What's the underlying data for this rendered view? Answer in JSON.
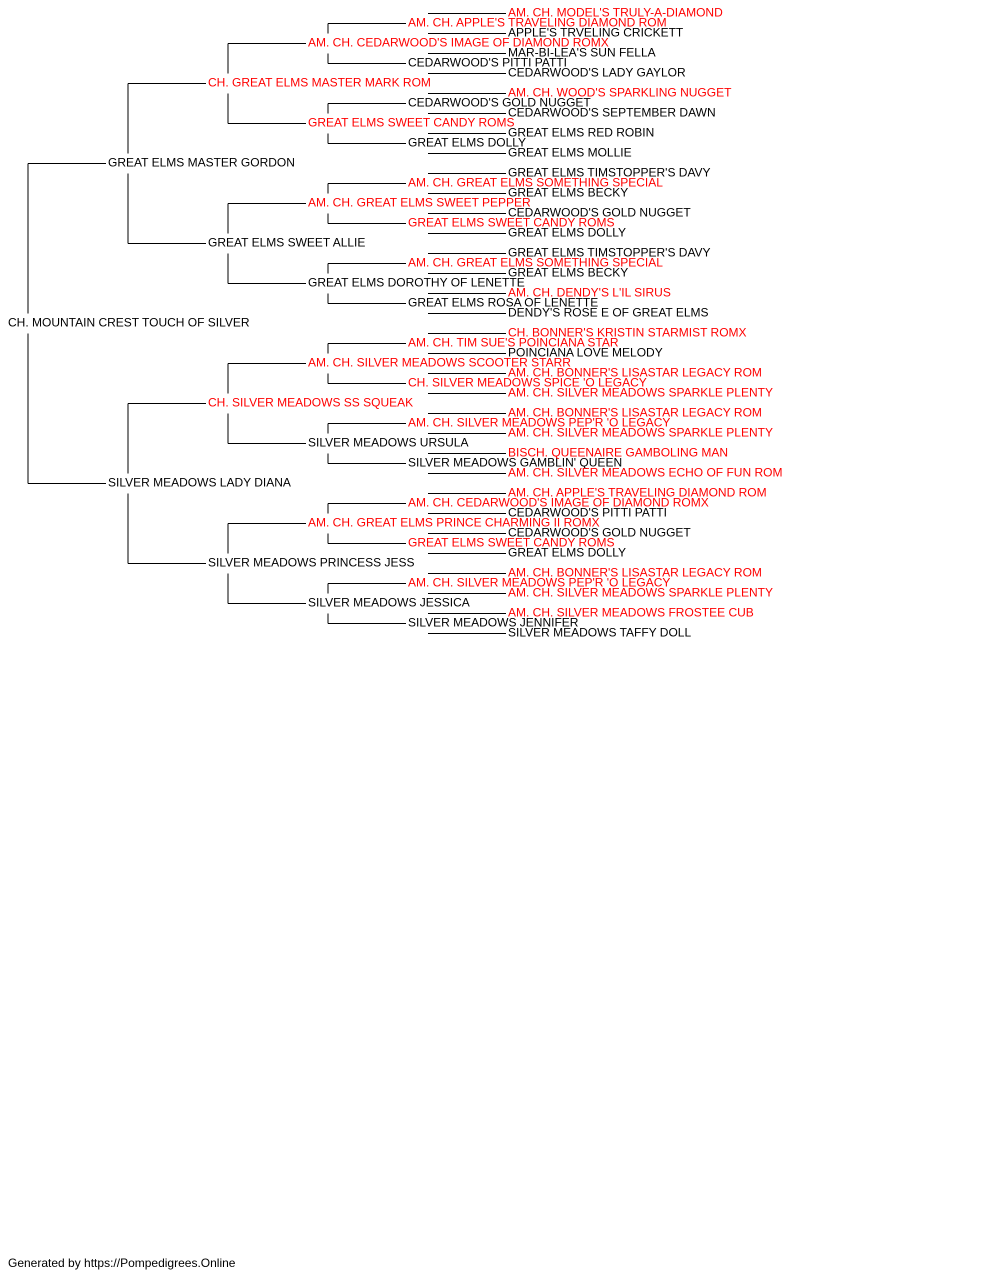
{
  "colors": {
    "champion": "#ff0000",
    "normal": "#000000",
    "line": "#000000"
  },
  "footer": "Generated by https://Pompedigrees.Online",
  "pedigree": {
    "name": "CH. MOUNTAIN CREST TOUCH OF SILVER",
    "champion": false,
    "sire": {
      "name": "GREAT ELMS MASTER GORDON",
      "champion": false,
      "sire": {
        "name": "CH. GREAT ELMS MASTER MARK ROM",
        "champion": true,
        "sire": {
          "name": "AM. CH. CEDARWOOD'S IMAGE OF DIAMOND ROMX",
          "champion": true,
          "sire": {
            "name": "AM. CH. APPLE'S TRAVELING DIAMOND ROM",
            "champion": true,
            "sire": {
              "name": "AM. CH. MODEL'S TRULY-A-DIAMOND",
              "champion": true
            },
            "dam": {
              "name": "APPLE'S TRVELING CRICKETT",
              "champion": false
            }
          },
          "dam": {
            "name": "CEDARWOOD'S PITTI PATTI",
            "champion": false,
            "sire": {
              "name": "MAR-BI-LEA'S SUN FELLA",
              "champion": false
            },
            "dam": {
              "name": "CEDARWOOD'S LADY GAYLOR",
              "champion": false
            }
          }
        },
        "dam": {
          "name": "GREAT ELMS SWEET CANDY ROMS",
          "champion": true,
          "sire": {
            "name": "CEDARWOOD'S GOLD NUGGET",
            "champion": false,
            "sire": {
              "name": "AM. CH. WOOD'S SPARKLING NUGGET",
              "champion": true
            },
            "dam": {
              "name": "CEDARWOOD'S SEPTEMBER DAWN",
              "champion": false
            }
          },
          "dam": {
            "name": "GREAT ELMS DOLLY",
            "champion": false,
            "sire": {
              "name": "GREAT ELMS RED ROBIN",
              "champion": false
            },
            "dam": {
              "name": "GREAT ELMS MOLLIE",
              "champion": false
            }
          }
        }
      },
      "dam": {
        "name": "GREAT ELMS SWEET ALLIE",
        "champion": false,
        "sire": {
          "name": "AM. CH. GREAT ELMS SWEET PEPPER",
          "champion": true,
          "sire": {
            "name": "AM. CH. GREAT ELMS SOMETHING SPECIAL",
            "champion": true,
            "sire": {
              "name": "GREAT ELMS TIMSTOPPER'S DAVY",
              "champion": false
            },
            "dam": {
              "name": "GREAT ELMS BECKY",
              "champion": false
            }
          },
          "dam": {
            "name": "GREAT ELMS SWEET CANDY ROMS",
            "champion": true,
            "sire": {
              "name": "CEDARWOOD'S GOLD NUGGET",
              "champion": false
            },
            "dam": {
              "name": "GREAT ELMS DOLLY",
              "champion": false
            }
          }
        },
        "dam": {
          "name": "GREAT ELMS DOROTHY OF LENETTE",
          "champion": false,
          "sire": {
            "name": "AM. CH. GREAT ELMS SOMETHING SPECIAL",
            "champion": true,
            "sire": {
              "name": "GREAT ELMS TIMSTOPPER'S DAVY",
              "champion": false
            },
            "dam": {
              "name": "GREAT ELMS BECKY",
              "champion": false
            }
          },
          "dam": {
            "name": "GREAT ELMS ROSA OF LENETTE",
            "champion": false,
            "sire": {
              "name": "AM. CH. DENDY'S L'IL SIRUS",
              "champion": true
            },
            "dam": {
              "name": "DENDY'S ROSE E OF GREAT ELMS",
              "champion": false
            }
          }
        }
      }
    },
    "dam": {
      "name": "SILVER MEADOWS LADY DIANA",
      "champion": false,
      "sire": {
        "name": "CH. SILVER MEADOWS SS SQUEAK",
        "champion": true,
        "sire": {
          "name": "AM. CH. SILVER MEADOWS SCOOTER STARR",
          "champion": true,
          "sire": {
            "name": "AM. CH. TIM SUE'S POINCIANA STAR",
            "champion": true,
            "sire": {
              "name": "CH. BONNER'S KRISTIN STARMIST ROMX",
              "champion": true
            },
            "dam": {
              "name": "POINCIANA LOVE MELODY",
              "champion": false
            }
          },
          "dam": {
            "name": "CH. SILVER MEADOWS SPICE 'O LEGACY",
            "champion": true,
            "sire": {
              "name": "AM. CH. BONNER'S LISASTAR LEGACY ROM",
              "champion": true
            },
            "dam": {
              "name": "AM. CH. SILVER MEADOWS SPARKLE PLENTY",
              "champion": true
            }
          }
        },
        "dam": {
          "name": "SILVER MEADOWS URSULA",
          "champion": false,
          "sire": {
            "name": "AM. CH. SILVER MEADOWS PEP'R 'O LEGACY",
            "champion": true,
            "sire": {
              "name": "AM. CH. BONNER'S LISASTAR LEGACY ROM",
              "champion": true
            },
            "dam": {
              "name": "AM. CH. SILVER MEADOWS SPARKLE PLENTY",
              "champion": true
            }
          },
          "dam": {
            "name": "SILVER MEADOWS GAMBLIN' QUEEN",
            "champion": false,
            "sire": {
              "name": "BISCH. QUEENAIRE GAMBOLING MAN",
              "champion": true
            },
            "dam": {
              "name": "AM. CH. SILVER MEADOWS ECHO OF FUN ROM",
              "champion": true
            }
          }
        }
      },
      "dam": {
        "name": "SILVER MEADOWS PRINCESS JESS",
        "champion": false,
        "sire": {
          "name": "AM. CH. GREAT ELMS PRINCE CHARMING II ROMX",
          "champion": true,
          "sire": {
            "name": "AM. CH. CEDARWOOD'S IMAGE OF DIAMOND ROMX",
            "champion": true,
            "sire": {
              "name": "AM. CH. APPLE'S TRAVELING DIAMOND ROM",
              "champion": true
            },
            "dam": {
              "name": "CEDARWOOD'S PITTI PATTI",
              "champion": false
            }
          },
          "dam": {
            "name": "GREAT ELMS SWEET CANDY ROMS",
            "champion": true,
            "sire": {
              "name": "CEDARWOOD'S GOLD NUGGET",
              "champion": false
            },
            "dam": {
              "name": "GREAT ELMS DOLLY",
              "champion": false
            }
          }
        },
        "dam": {
          "name": "SILVER MEADOWS JESSICA",
          "champion": false,
          "sire": {
            "name": "AM. CH. SILVER MEADOWS PEP'R 'O LEGACY",
            "champion": true,
            "sire": {
              "name": "AM. CH. BONNER'S LISASTAR LEGACY ROM",
              "champion": true
            },
            "dam": {
              "name": "AM. CH. SILVER MEADOWS SPARKLE PLENTY",
              "champion": true
            }
          },
          "dam": {
            "name": "SILVER MEADOWS JENNIFER",
            "champion": false,
            "sire": {
              "name": "AM. CH. SILVER MEADOWS FROSTEE CUB",
              "champion": true
            },
            "dam": {
              "name": "SILVER MEADOWS TAFFY DOLL",
              "champion": false
            }
          }
        }
      }
    }
  }
}
